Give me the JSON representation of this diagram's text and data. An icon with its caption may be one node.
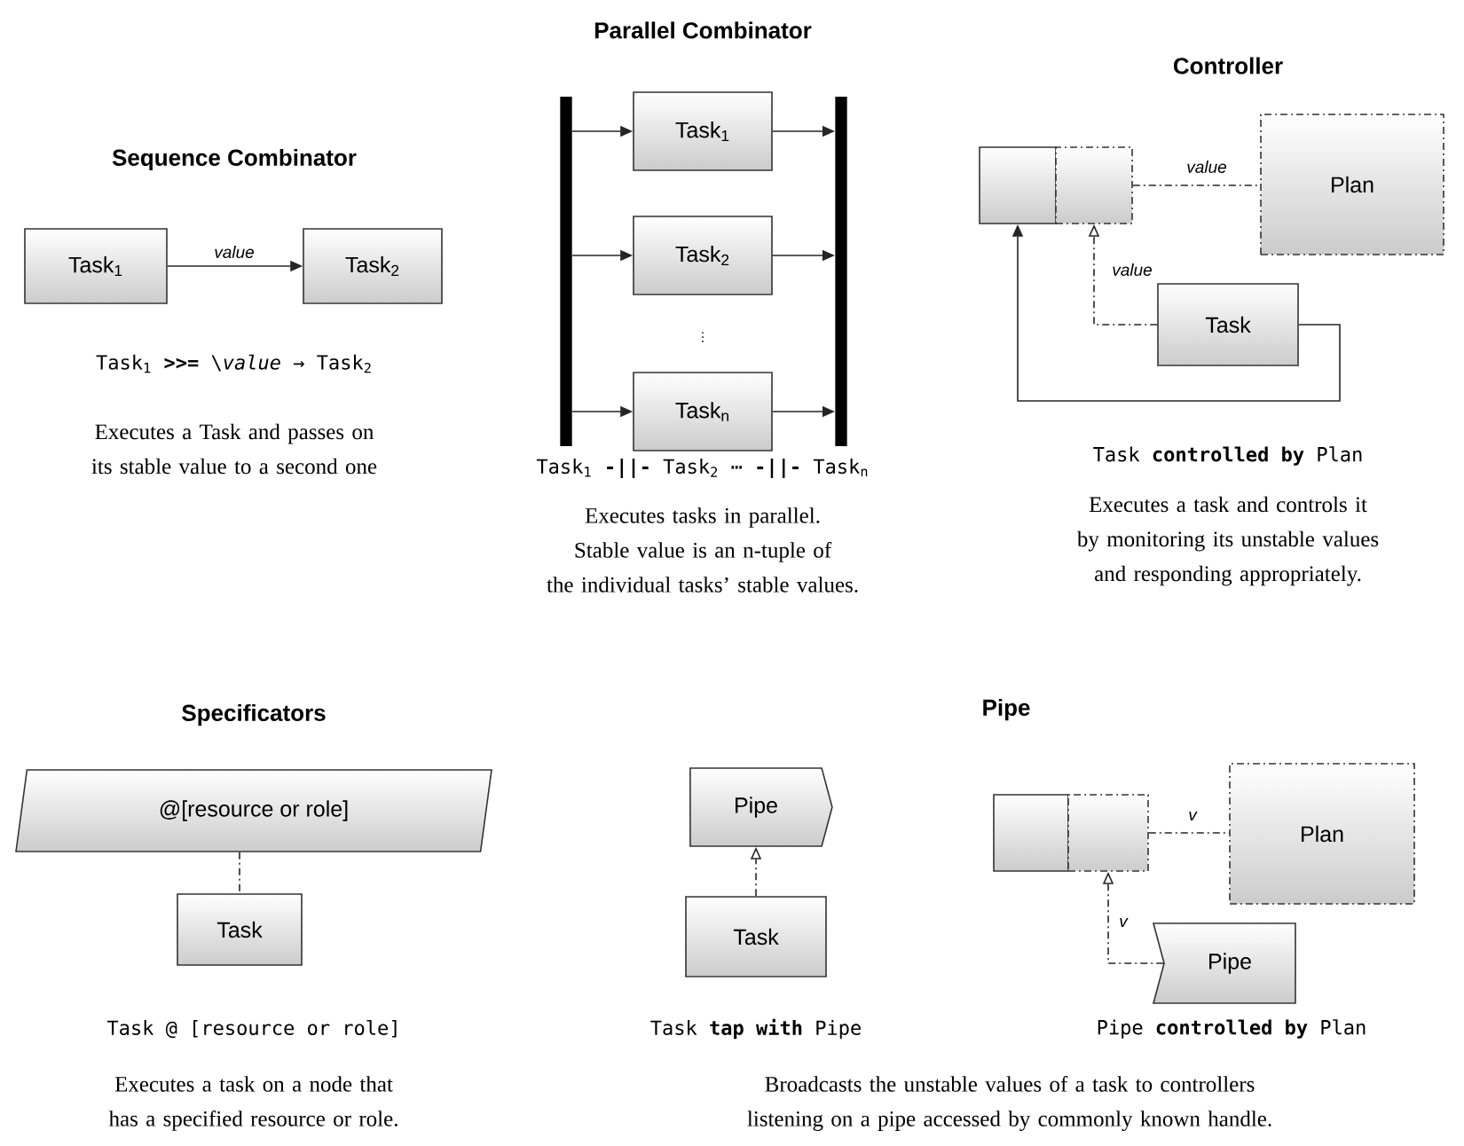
{
  "diagram": {
    "nodes": [
      {
        "text": [
          "Task$_{1}$"
        ]
      },
      {
        "text": [
          "Task$_{2}$"
        ]
      },
      {
        "text": [],
        "shape": "bar"
      },
      {
        "text": [
          "Task$_{1}$"
        ]
      },
      {
        "text": [
          "Task$_{2}$"
        ]
      },
      {
        "text": [
          "Task$_{n}$"
        ]
      },
      {
        "text": [],
        "shape": "bar"
      },
      {
        "text": [],
        "shape": "box"
      },
      {
        "text": [],
        "shape": "box"
      },
      {
        "text": [
          "Plan"
        ]
      },
      {
        "text": [
          "Task"
        ]
      },
      {
        "text": [
          "@[resource or role]"
        ]
      },
      {
        "text": [
          "Task"
        ]
      },
      {
        "text": [
          "Pipe"
        ]
      },
      {
        "text": [
          "Task"
        ]
      },
      {
        "text": [],
        "shape": "box"
      },
      {
        "text": [],
        "shape": "box"
      },
      {
        "text": [
          "Plan"
        ]
      },
      {
        "text": [
          "Pipe"
        ]
      }
    ],
    "edges": [
      {
        "from": 0,
        "to": 1,
        "arrow": "to",
        "label": "value"
      },
      {
        "from": 2,
        "to": 3,
        "arrow": "to"
      },
      {
        "from": 2,
        "to": 4,
        "arrow": "to"
      },
      {
        "from": 2,
        "to": 5,
        "arrow": "to"
      },
      {
        "from": 3,
        "to": 6,
        "arrow": "to"
      },
      {
        "from": 4,
        "to": 6,
        "arrow": "to"
      },
      {
        "from": 5,
        "to": 6,
        "arrow": "to"
      },
      {
        "from": 8,
        "to": 9,
        "arrow": "none",
        "style": "dashed",
        "label": "value"
      },
      {
        "from": 10,
        "to": 8,
        "arrow": "to",
        "style": "dashed",
        "label": "value"
      },
      {
        "from": 10,
        "to": 7,
        "arrow": "to"
      },
      {
        "from": 11,
        "to": 12,
        "arrow": "none",
        "style": "dashed"
      },
      {
        "from": 14,
        "to": 13,
        "arrow": "to",
        "style": "dashed"
      },
      {
        "from": 16,
        "to": 17,
        "arrow": "none",
        "style": "dashed",
        "label": "v"
      },
      {
        "from": 18,
        "to": 16,
        "arrow": "to",
        "style": "dashed",
        "label": "v"
      }
    ],
    "labels": [
      "Parallel Combinator",
      "Controller",
      "Sequence Combinator",
      "Task$_{1}$ **>>=** \\*value* → Task$_{2}$",
      "Executes a Task and passes on its stable value to a second one",
      "⋮",
      "Task$_{1}$ **-||-** Task$_{2}$ ⋯ **-||-** Task$_{n}$",
      "Executes tasks in parallel. Stable value is an n-tuple of the individual tasks’ stable values.",
      "Task **controlled by** Plan",
      "Executes a task and controls it by monitoring its unstable values and responding appropriately.",
      "Specificators",
      "Pipe",
      "Task @ [resource or role]",
      "Task **tap with** Pipe",
      "Pipe **controlled by** Plan",
      "Executes a task on a node that has a specified resource or role.",
      "Broadcasts the unstable values of a task to controllers listening on a pipe accessed by commonly known handle."
    ]
  }
}
